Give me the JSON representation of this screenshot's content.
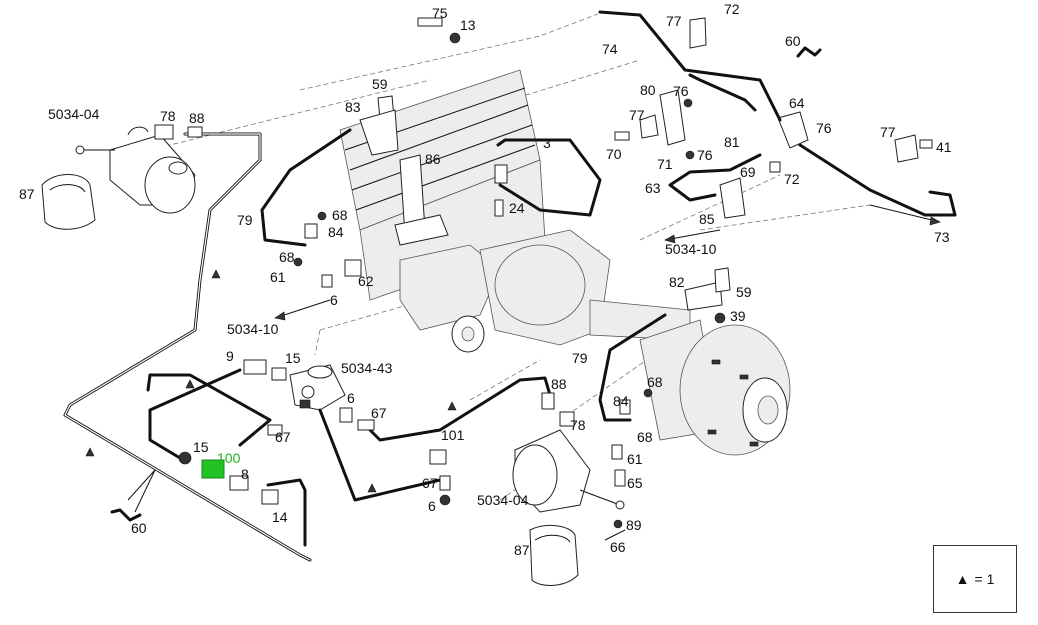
{
  "labels": {
    "l75": "75",
    "l13": "13",
    "l77a": "77",
    "l72a": "72",
    "l74": "74",
    "l60a": "60",
    "l5034_04a": "5034-04",
    "l78a": "78",
    "l88a": "88",
    "l59a": "59",
    "l83": "83",
    "l3": "3",
    "l80": "80",
    "l76a": "76",
    "l77b": "77",
    "l64": "64",
    "l76b": "76",
    "l77c": "77",
    "l41": "41",
    "l70": "70",
    "l71": "71",
    "l76c": "76",
    "l81": "81",
    "l63": "63",
    "l69": "69",
    "l72b": "72",
    "l85": "85",
    "l73": "73",
    "l87a": "87",
    "l86": "86",
    "l24": "24",
    "l79a": "79",
    "l68a": "68",
    "l84a": "84",
    "l68b": "68",
    "l61a": "61",
    "l62": "62",
    "l6a": "6",
    "l5034_10a": "5034-10",
    "l5034_10b": "5034-10",
    "l82": "82",
    "l59b": "59",
    "l39": "39",
    "l9": "9",
    "l15a": "15",
    "l5034_43": "5034-43",
    "l79b": "79",
    "l68c": "68",
    "l88b": "88",
    "l84b": "84",
    "l6b": "6",
    "l67a": "67",
    "l78b": "78",
    "l68d": "68",
    "l61b": "61",
    "l67b": "67",
    "l101": "101",
    "l15b": "15",
    "l100": "100",
    "l8": "8",
    "l65": "65",
    "l67c": "67",
    "l6c": "6",
    "l5034_04b": "5034-04",
    "l14": "14",
    "l89": "89",
    "l60b": "60",
    "l87b": "87",
    "l66": "66"
  },
  "legend": {
    "symbol": "▲",
    "text": "= 1"
  },
  "colors": {
    "line": "#111111",
    "highlight": "#22b422",
    "background": "#ffffff"
  }
}
